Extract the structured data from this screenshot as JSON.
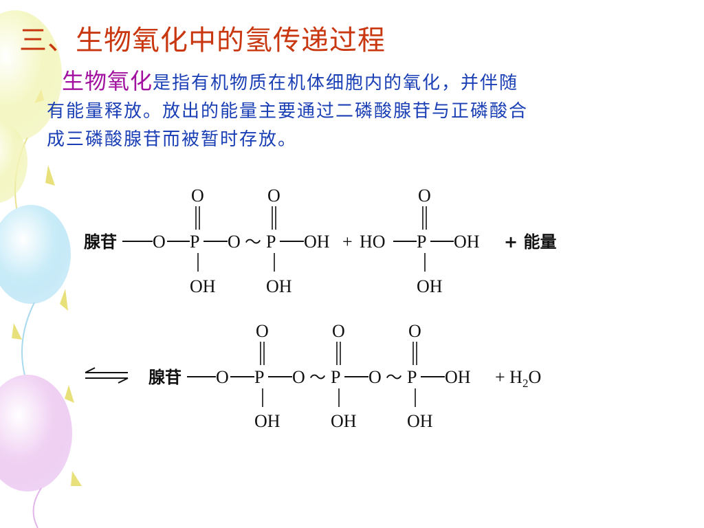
{
  "slide": {
    "title": "三、生物氧化中的氢传递过程",
    "paragraph": {
      "term": "生物氧化",
      "line1_rest": "是指有机物质在机体细胞内的氧化，并伴随",
      "line2": "有能量释放。放出的能量主要通过二磷酸腺苷与正磷酸合",
      "line3": "成三磷酸腺苷而被暂时存放。"
    }
  },
  "equation": {
    "nucleoside": "腺苷",
    "O": "O",
    "P": "P",
    "OH": "OH",
    "tilde": "～",
    "plus": "+",
    "HO": "HO",
    "energy": "+ 能量",
    "water_H": "+ H",
    "water_sub": "2",
    "water_O": "O"
  },
  "colors": {
    "title": "#c8370f",
    "body": "#1a3fb5",
    "term": "#a1109f",
    "formula": "#111111"
  }
}
